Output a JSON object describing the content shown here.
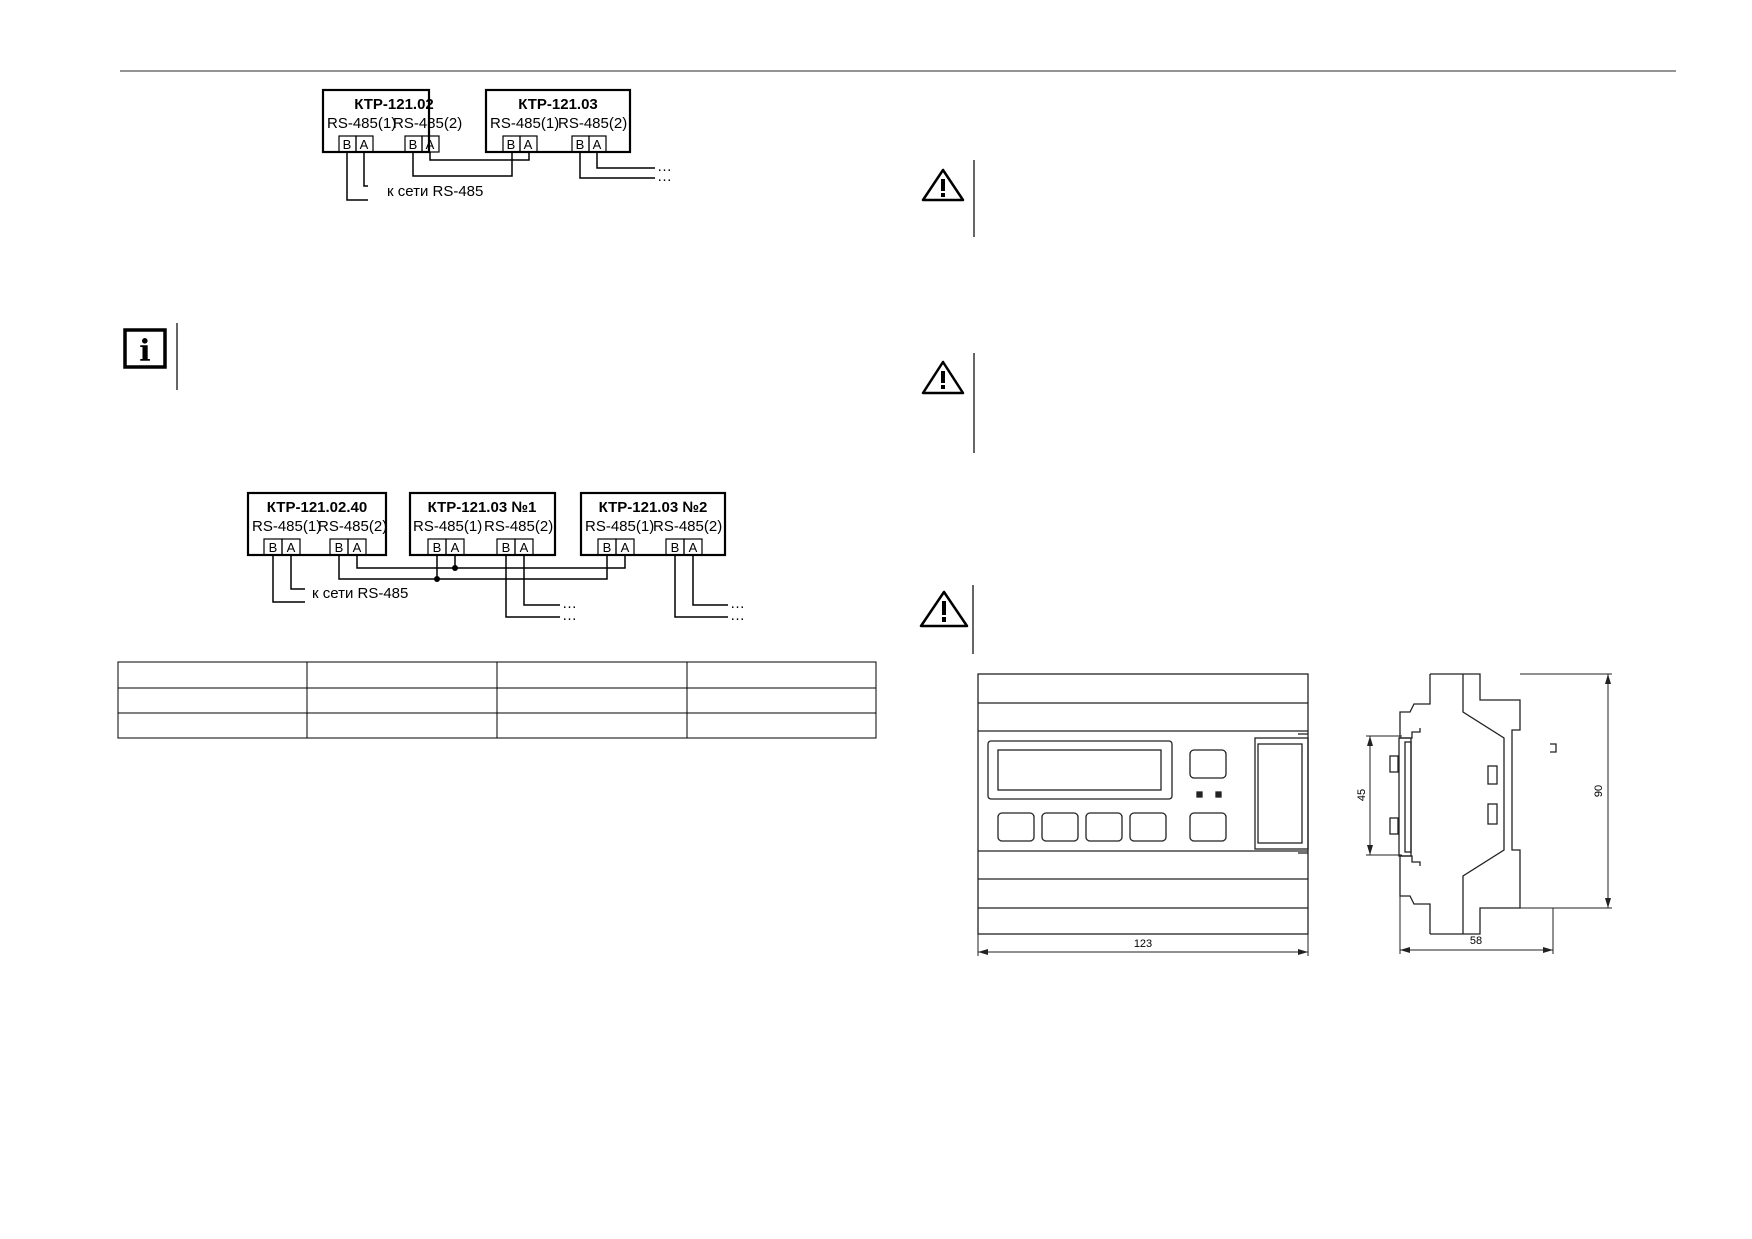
{
  "diagram1": {
    "devices": [
      {
        "title": "КТР-121.02",
        "port1": "RS-485(1)",
        "port2": "RS-485(2)"
      },
      {
        "title": "КТР-121.03",
        "port1": "RS-485(1)",
        "port2": "RS-485(2)"
      }
    ],
    "network_label": "к сети RS-485",
    "continuation": "…"
  },
  "diagram2": {
    "devices": [
      {
        "title": "КТР-121.02.40",
        "port1": "RS-485(1)",
        "port2": "RS-485(2)"
      },
      {
        "title": "КТР-121.03 №1",
        "port1": "RS-485(1)",
        "port2": "RS-485(2)"
      },
      {
        "title": "КТР-121.03 №2",
        "port1": "RS-485(1)",
        "port2": "RS-485(2)"
      }
    ],
    "network_label": "к сети RS-485",
    "continuation": "…"
  },
  "terminals": {
    "b": "B",
    "a": "A"
  },
  "table": {
    "rows": 3,
    "cols": 4
  },
  "dimensions": {
    "width": "123",
    "depth": "58",
    "height": "90",
    "panel": "45"
  },
  "icons": [
    "info-icon",
    "warning-icon",
    "warning-icon",
    "warning-icon"
  ]
}
